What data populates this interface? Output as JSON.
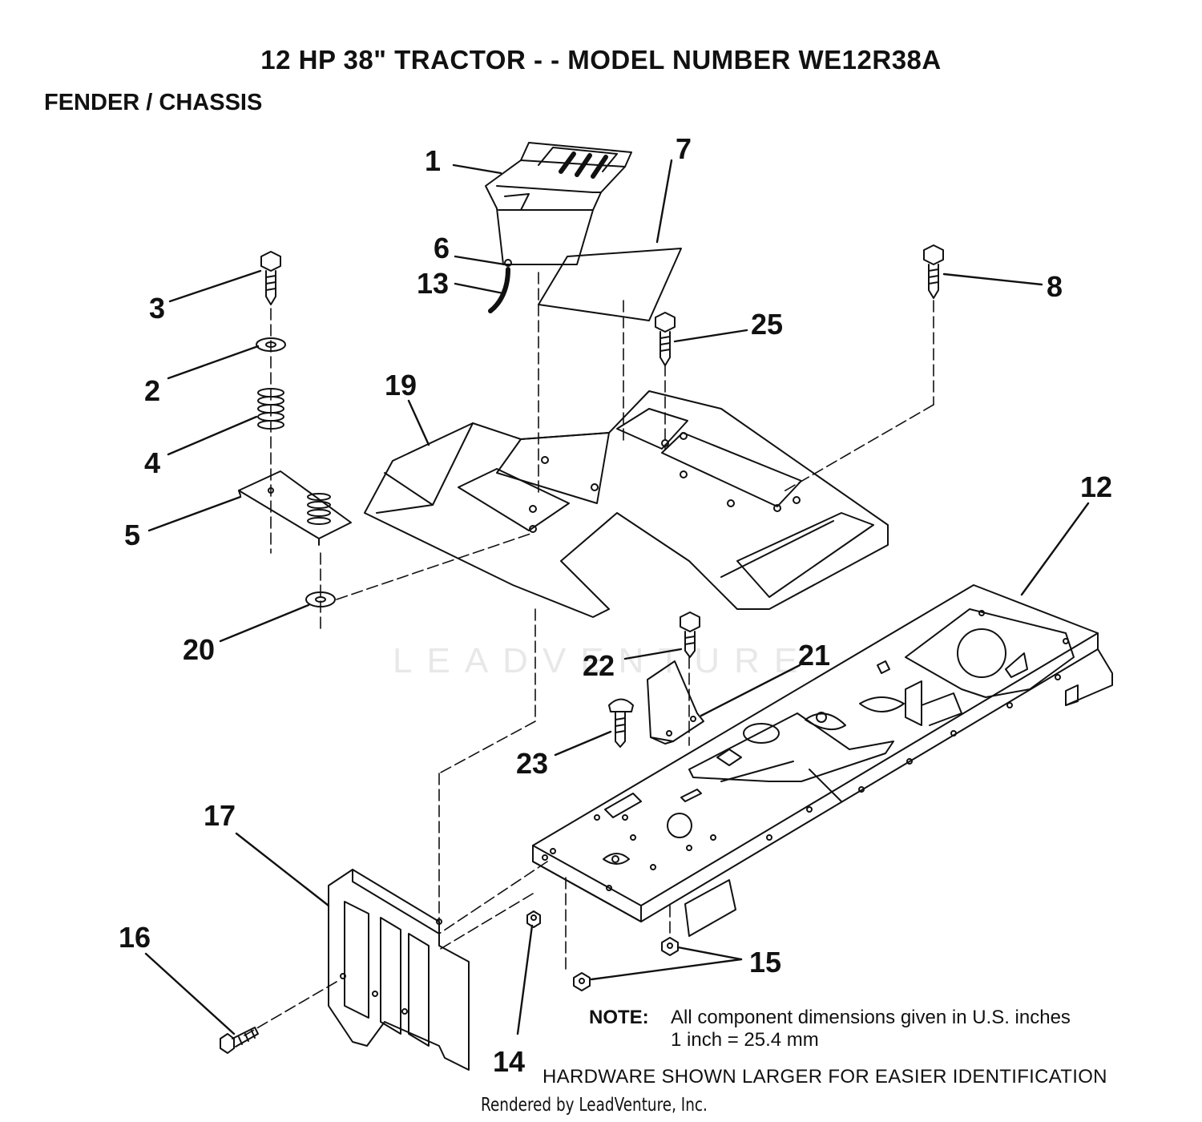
{
  "header": {
    "title": "12 HP 38\" TRACTOR - - MODEL NUMBER WE12R38A",
    "subtitle": "FENDER / CHASSIS"
  },
  "callouts": {
    "p1": "1",
    "p2": "2",
    "p3": "3",
    "p4": "4",
    "p5": "5",
    "p6": "6",
    "p7": "7",
    "p8": "8",
    "p12": "12",
    "p13": "13",
    "p14": "14",
    "p15": "15",
    "p16": "16",
    "p17": "17",
    "p19": "19",
    "p20": "20",
    "p21": "21",
    "p22": "22",
    "p23": "23",
    "p25": "25"
  },
  "note": {
    "label": "NOTE:",
    "line1": "All component dimensions given in U.S. inches",
    "line2": "1 inch = 25.4 mm"
  },
  "hardware_note": "HARDWARE SHOWN LARGER FOR EASIER IDENTIFICATION",
  "footer": "Rendered by LeadVenture, Inc.",
  "watermark": "LEADVENTURE"
}
